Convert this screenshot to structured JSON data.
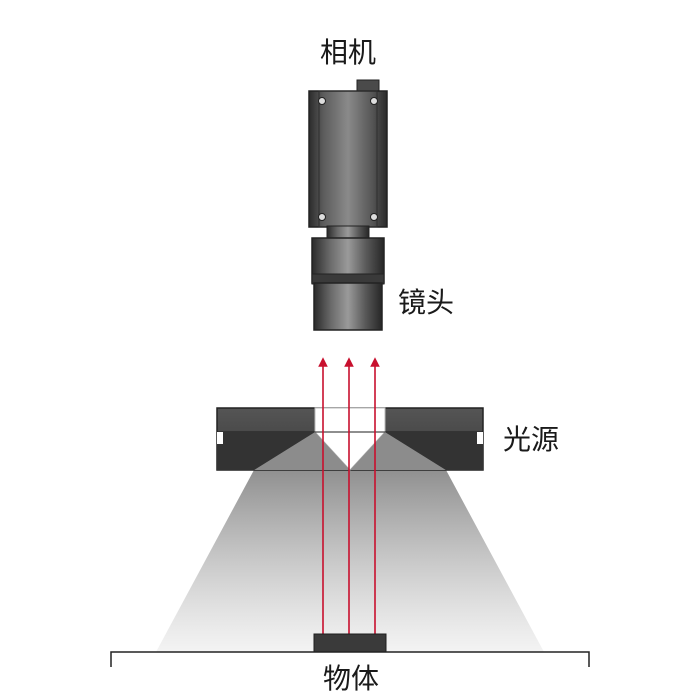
{
  "labels": {
    "camera": "相机",
    "lens": "镜头",
    "light_source": "光源",
    "object": "物体"
  },
  "colors": {
    "ray": "#c8102e",
    "body_dark": "#3c3c3c",
    "body_mid": "#6e6e6e",
    "light_glow": "#b9b9b9",
    "outline": "#222222"
  }
}
